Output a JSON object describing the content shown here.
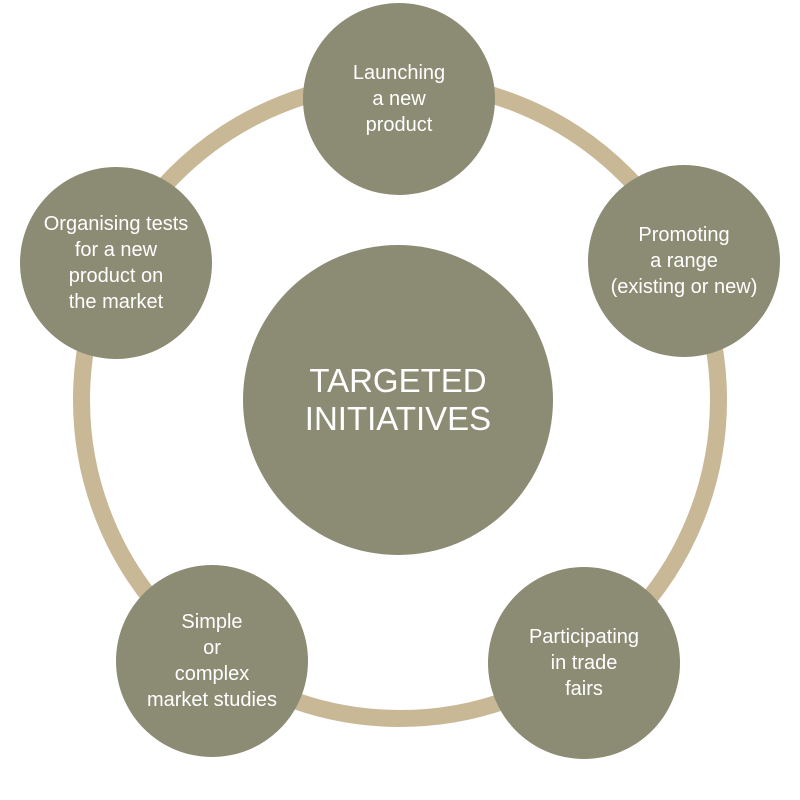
{
  "diagram": {
    "center": {
      "text": "TARGETED\nINITIATIVES"
    },
    "nodes": [
      {
        "id": "launching",
        "text": "Launching\na new\nproduct"
      },
      {
        "id": "promoting",
        "text": "Promoting\na range\n(existing or new)"
      },
      {
        "id": "trade",
        "text": "Participating\nin trade\nfairs"
      },
      {
        "id": "studies",
        "text": "Simple\nor\ncomplex\nmarket studies"
      },
      {
        "id": "tests",
        "text": "Organising tests\nfor a new\nproduct on\nthe market"
      }
    ],
    "colors": {
      "ring": "#c8b896",
      "bubble": "#8c8b74",
      "text": "#ffffff"
    }
  }
}
